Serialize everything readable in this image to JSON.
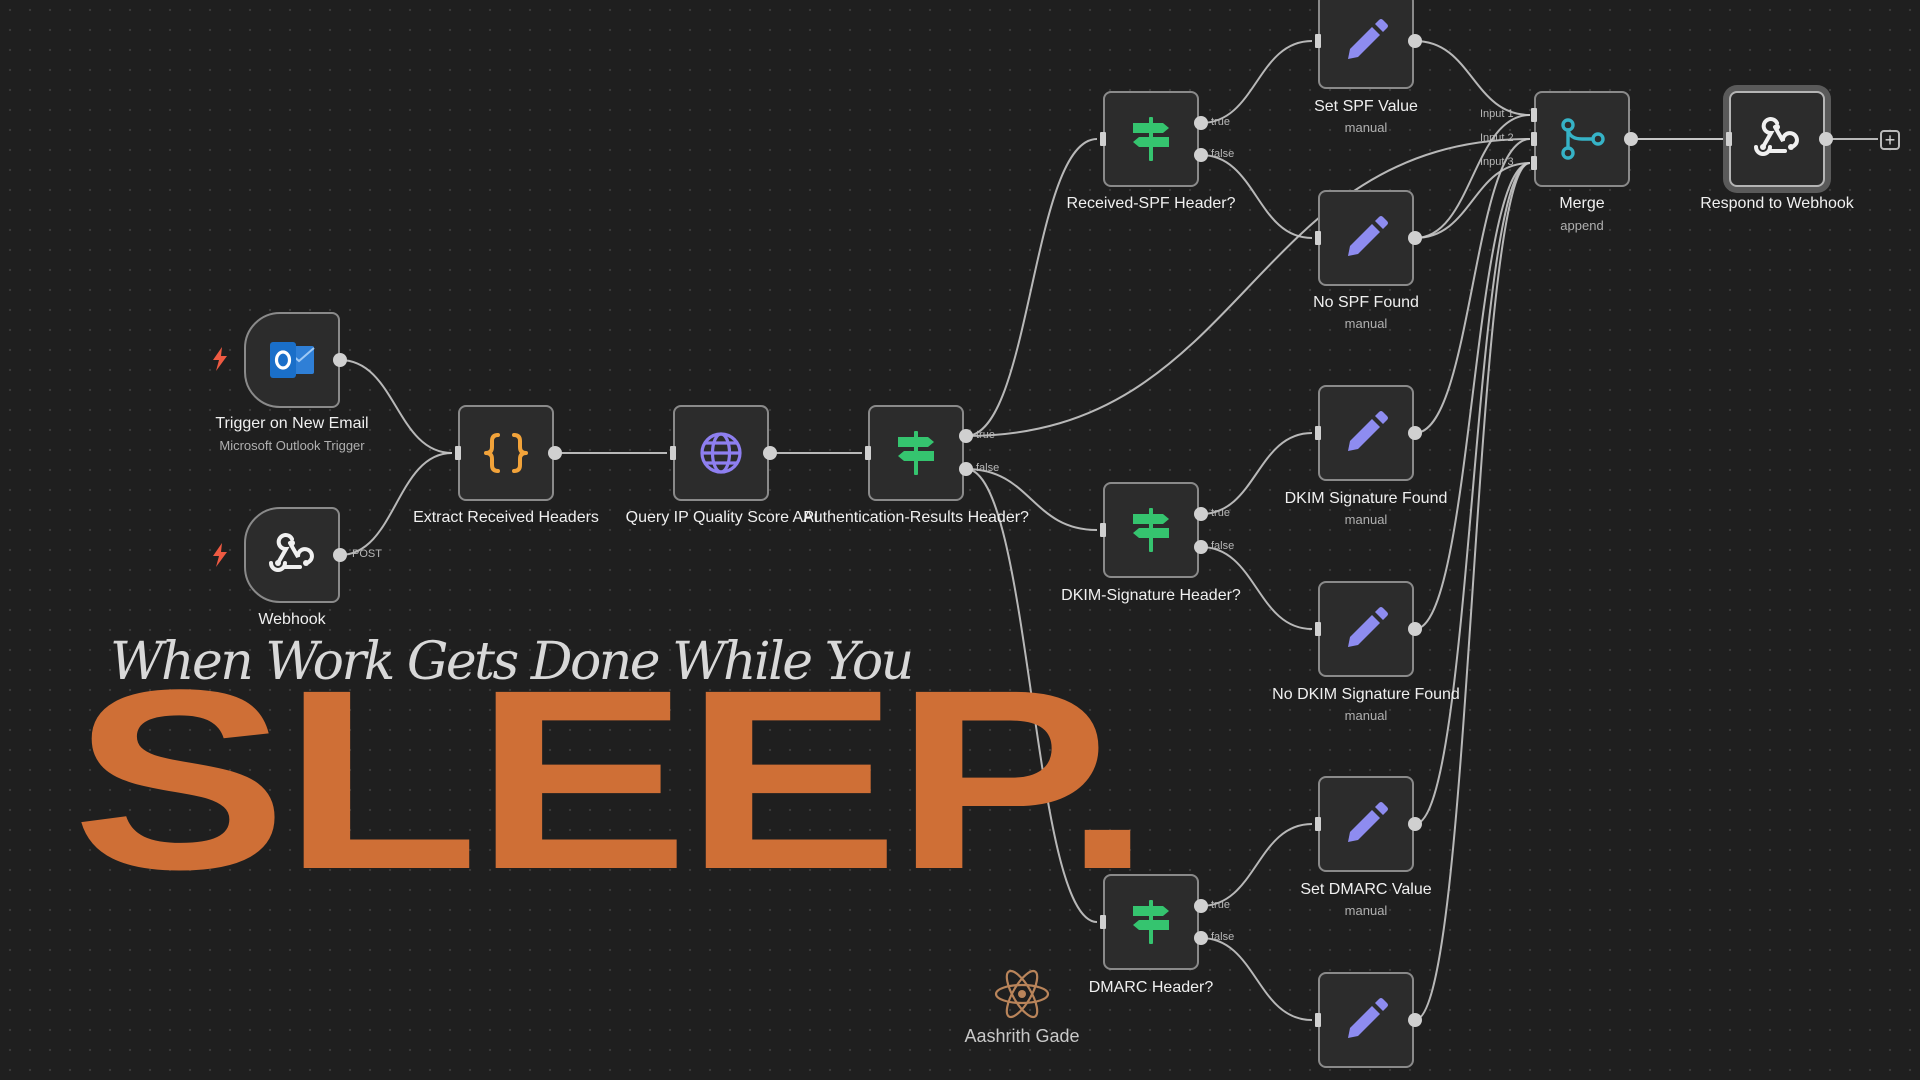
{
  "colors": {
    "background": "#1f1f1f",
    "accent_orange": "#cf6f36",
    "if_green": "#35c46f",
    "set_purple": "#8e8cf0",
    "merge_teal": "#36b3c7",
    "code_orange": "#f2a33a",
    "http_purple": "#8e7ff0",
    "outlook_blue": "#1a6fc9",
    "trigger_bolt": "#ef5a42"
  },
  "nodes": [
    {
      "id": "trigger_outlook",
      "name": "Trigger on New Email",
      "subtitle": "Microsoft Outlook Trigger",
      "icon": "outlook-icon",
      "trigger": true
    },
    {
      "id": "webhook",
      "name": "Webhook",
      "subtitle": "",
      "icon": "webhook-icon",
      "trigger": true
    },
    {
      "id": "extract",
      "name": "Extract Received Headers",
      "subtitle": "",
      "icon": "code-braces-icon"
    },
    {
      "id": "query_ip",
      "name": "Query IP Quality Score API",
      "subtitle": "",
      "icon": "globe-icon"
    },
    {
      "id": "auth_results",
      "name": "Authentication-Results Header?",
      "subtitle": "",
      "icon": "signpost-icon"
    },
    {
      "id": "received_spf",
      "name": "Received-SPF Header?",
      "subtitle": "",
      "icon": "signpost-icon"
    },
    {
      "id": "dkim_header",
      "name": "DKIM-Signature Header?",
      "subtitle": "",
      "icon": "signpost-icon"
    },
    {
      "id": "dmarc_header",
      "name": "DMARC Header?",
      "subtitle": "",
      "icon": "signpost-icon"
    },
    {
      "id": "set_spf",
      "name": "Set SPF Value",
      "subtitle": "manual",
      "icon": "pencil-icon"
    },
    {
      "id": "no_spf",
      "name": "No SPF Found",
      "subtitle": "manual",
      "icon": "pencil-icon"
    },
    {
      "id": "dkim_found",
      "name": "DKIM Signature Found",
      "subtitle": "manual",
      "icon": "pencil-icon"
    },
    {
      "id": "no_dkim",
      "name": "No DKIM Signature Found",
      "subtitle": "manual",
      "icon": "pencil-icon"
    },
    {
      "id": "set_dmarc",
      "name": "Set DMARC Value",
      "subtitle": "manual",
      "icon": "pencil-icon"
    },
    {
      "id": "no_dmarc",
      "name": "",
      "subtitle": "",
      "icon": "pencil-icon"
    },
    {
      "id": "merge",
      "name": "Merge",
      "subtitle": "append",
      "icon": "merge-icon"
    },
    {
      "id": "respond",
      "name": "Respond to Webhook",
      "subtitle": "",
      "icon": "webhook-icon",
      "selected": true
    }
  ],
  "port_labels": {
    "webhook_out": "POST",
    "true": "true",
    "false": "false",
    "input_1": "Input 1",
    "input_2": "Input 2",
    "input_3": "Input 3"
  },
  "connections": [
    [
      "trigger_outlook",
      "extract"
    ],
    [
      "webhook",
      "extract"
    ],
    [
      "extract",
      "query_ip"
    ],
    [
      "query_ip",
      "auth_results"
    ],
    [
      "auth_results",
      "received_spf"
    ],
    [
      "auth_results",
      "dkim_header"
    ],
    [
      "auth_results",
      "dmarc_header"
    ],
    [
      "received_spf",
      "set_spf"
    ],
    [
      "received_spf",
      "no_spf"
    ],
    [
      "dkim_header",
      "dkim_found"
    ],
    [
      "dkim_header",
      "no_dkim"
    ],
    [
      "dmarc_header",
      "set_dmarc"
    ],
    [
      "dmarc_header",
      "no_dmarc"
    ],
    [
      "set_spf",
      "merge"
    ],
    [
      "no_spf",
      "merge"
    ],
    [
      "dkim_found",
      "merge"
    ],
    [
      "no_dkim",
      "merge"
    ],
    [
      "set_dmarc",
      "merge"
    ],
    [
      "no_dmarc",
      "merge"
    ],
    [
      "merge",
      "respond"
    ]
  ],
  "hero": {
    "tagline": "When Work Gets Done While You",
    "headline": "SLEEP",
    "headline_dot": "."
  },
  "author": {
    "name": "Aashrith Gade",
    "icon": "atom-icon"
  },
  "add_node_button": "+"
}
